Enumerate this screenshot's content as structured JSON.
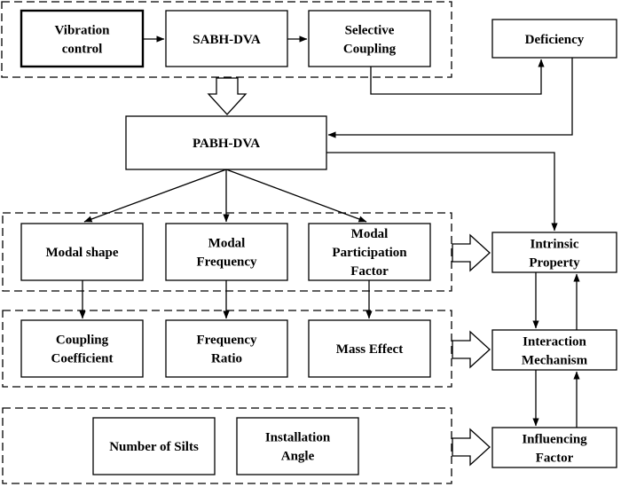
{
  "nodes": {
    "vibration_control": [
      "Vibration",
      "control"
    ],
    "sabh_dva": [
      "SABH-DVA"
    ],
    "selective_coupling": [
      "Selective",
      "Coupling"
    ],
    "deficiency": [
      "Deficiency"
    ],
    "pabh_dva": [
      "PABH-DVA"
    ],
    "modal_shape": [
      "Modal shape"
    ],
    "modal_frequency": [
      "Modal",
      "Frequency"
    ],
    "modal_participation_factor": [
      "Modal",
      "Participation",
      "Factor"
    ],
    "coupling_coefficient": [
      "Coupling",
      "Coefficient"
    ],
    "frequency_ratio": [
      "Frequency",
      "Ratio"
    ],
    "mass_effect": [
      "Mass Effect"
    ],
    "number_of_silts": [
      "Number of Silts"
    ],
    "installation_angle": [
      "Installation",
      "Angle"
    ],
    "intrinsic_property": [
      "Intrinsic",
      "Property"
    ],
    "interaction_mechanism": [
      "Interaction",
      "Mechanism"
    ],
    "influencing_factor": [
      "Influencing",
      "Factor"
    ]
  },
  "colors": {
    "stroke": "#000000",
    "fill": "#ffffff"
  }
}
